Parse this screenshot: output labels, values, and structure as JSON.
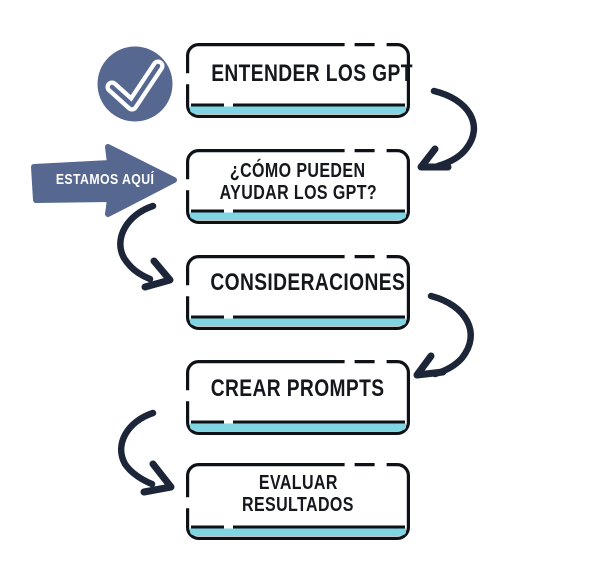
{
  "diagram": {
    "steps": [
      {
        "status": "completed",
        "lines": [
          "ENTENDER LOS GPT"
        ]
      },
      {
        "status": "current",
        "lines": [
          "¿CÓMO PUEDEN",
          "AYUDAR LOS GPT?"
        ]
      },
      {
        "status": "upcoming",
        "lines": [
          "CONSIDERACIONES"
        ]
      },
      {
        "status": "upcoming",
        "lines": [
          "CREAR PROMPTS"
        ]
      },
      {
        "status": "upcoming",
        "lines": [
          "EVALUAR",
          "RESULTADOS"
        ]
      }
    ],
    "marker_label": "ESTAMOS AQUÍ",
    "icons": {
      "completed": "check-circle-icon",
      "current": "estamos-aqui-arrow",
      "connector": "curved-arrow-icon"
    },
    "colors": {
      "slate_blue": "#566890",
      "navy": "#1c2638",
      "teal": "#7fd5e2",
      "box_border": "#0e1116",
      "text": "#15171c",
      "background": "#ffffff"
    }
  }
}
